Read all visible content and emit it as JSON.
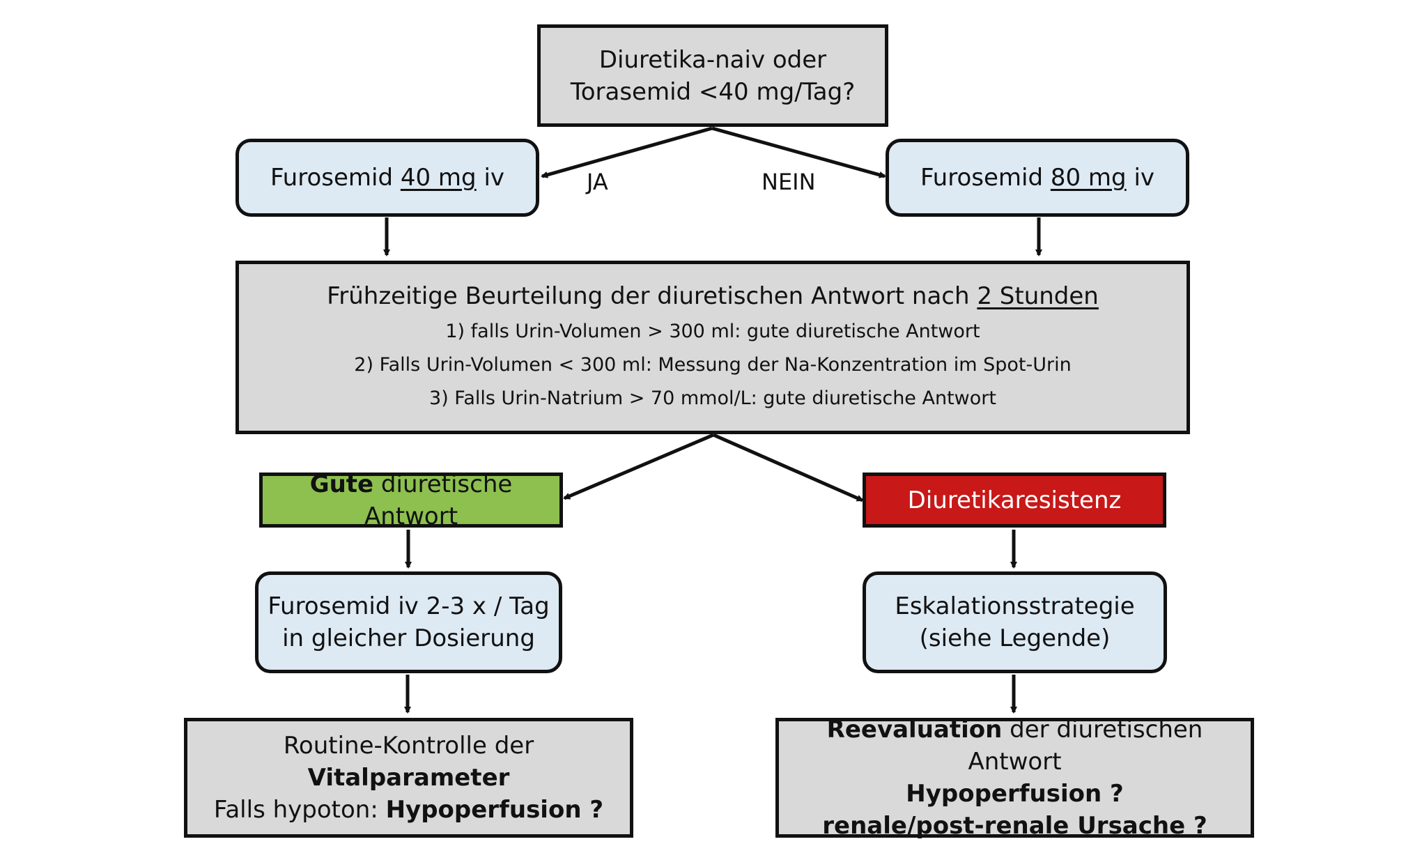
{
  "start": {
    "line1": "Diuretika-naiv oder",
    "line2": "Torasemid <40 mg/Tag?"
  },
  "left_dose": {
    "prefix": "Furosemid ",
    "dose": "40 mg",
    "suffix": " iv"
  },
  "right_dose": {
    "prefix": "Furosemid ",
    "dose": "80 mg",
    "suffix": " iv"
  },
  "branch_labels": {
    "yes": "JA",
    "no": "NEIN"
  },
  "assessment": {
    "title_prefix": "Frühzeitige Beurteilung der diuretischen Antwort nach ",
    "title_time": "2 Stunden",
    "criteria": [
      "1)   falls Urin-Volumen > 300 ml: gute diuretische Antwort",
      "2)   Falls Urin-Volumen < 300 ml: Messung der Na-Konzentration im Spot-Urin",
      "3)   Falls Urin-Natrium > 70 mmol/L: gute diuretische Antwort"
    ]
  },
  "good_response": {
    "bold": "Gute",
    "rest": " diuretische Antwort",
    "color": "#8dc04f"
  },
  "resistance": {
    "label": "Diuretikaresistenz",
    "color": "#c81818"
  },
  "left_treatment": {
    "line1": "Furosemid iv 2-3 x / Tag",
    "line2": "in gleicher Dosierung"
  },
  "right_treatment": {
    "line1": "Eskalationsstrategie",
    "line2": "(siehe Legende)"
  },
  "left_followup": {
    "line1_prefix": "Routine-Kontrolle der ",
    "line1_bold": "Vitalparameter",
    "line2_prefix": "Falls hypoton: ",
    "line2_bold": "Hypoperfusion ?"
  },
  "right_followup": {
    "line1_bold": "Reevaluation",
    "line1_rest": " der diuretischen Antwort",
    "line2": "Hypoperfusion ?",
    "line3": "renale/post-renale Ursache ?"
  }
}
